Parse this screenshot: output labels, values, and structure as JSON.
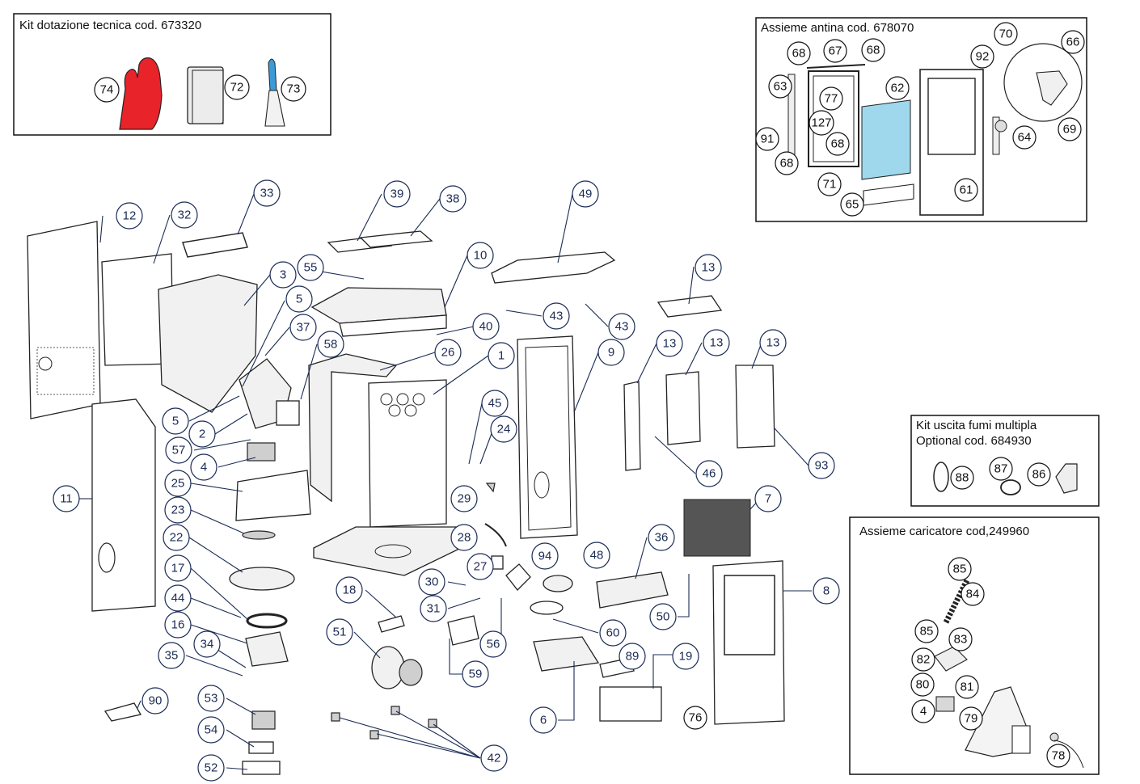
{
  "boxes": {
    "kit_dotazione": "Kit dotazione tecnica cod. 673320",
    "assieme_antina": "Assieme antina cod. 678070",
    "kit_uscita_line1": "Kit uscita fumi multipla",
    "kit_uscita_line2": "Optional cod. 684930",
    "assieme_caricatore": "Assieme caricatore  cod,249960"
  },
  "callouts": {
    "c74": "74",
    "c72": "72",
    "c73": "73",
    "c68a": "68",
    "c67": "67",
    "c68b": "68",
    "c70": "70",
    "c66": "66",
    "c92": "92",
    "c63": "63",
    "c62": "62",
    "c77": "77",
    "c127": "127",
    "c68c": "68",
    "c91": "91",
    "c68d": "68",
    "c71": "71",
    "c65": "65",
    "c61": "61",
    "c64": "64",
    "c69": "69",
    "c12": "12",
    "c32": "32",
    "c33": "33",
    "c39": "39",
    "c38": "38",
    "c49": "49",
    "c10": "10",
    "c55": "55",
    "c3": "3",
    "c5a": "5",
    "c37": "37",
    "c58": "58",
    "c40": "40",
    "c43a": "43",
    "c43b": "43",
    "c13a": "13",
    "c13b": "13",
    "c13c": "13",
    "c13d": "13",
    "c26": "26",
    "c1": "1",
    "c9": "9",
    "c5b": "5",
    "c2": "2",
    "c57": "57",
    "c4": "4",
    "c45": "45",
    "c24": "24",
    "c46": "46",
    "c93": "93",
    "c11": "11",
    "c25": "25",
    "c23": "23",
    "c22": "22",
    "c17": "17",
    "c44": "44",
    "c16": "16",
    "c34": "34",
    "c35": "35",
    "c29": "29",
    "c28": "28",
    "c27": "27",
    "c94": "94",
    "c48": "48",
    "c7": "7",
    "c36": "36",
    "c18": "18",
    "c30": "30",
    "c31": "31",
    "c51": "51",
    "c56": "56",
    "c59": "59",
    "c60": "60",
    "c50": "50",
    "c8": "8",
    "c89": "89",
    "c19": "19",
    "c6": "6",
    "c76": "76",
    "c90": "90",
    "c53": "53",
    "c54": "54",
    "c52": "52",
    "c42": "42",
    "c88": "88",
    "c87": "87",
    "c86": "86",
    "c85a": "85",
    "c84": "84",
    "c85b": "85",
    "c83": "83",
    "c82": "82",
    "c80": "80",
    "c81": "81",
    "c4b": "4",
    "c79": "79",
    "c78": "78"
  },
  "colors": {
    "glove": "#e8232a",
    "spatula_handle": "#3c9ad6",
    "glass": "#9fd8ec",
    "callout_ink": "#1a2b55"
  }
}
